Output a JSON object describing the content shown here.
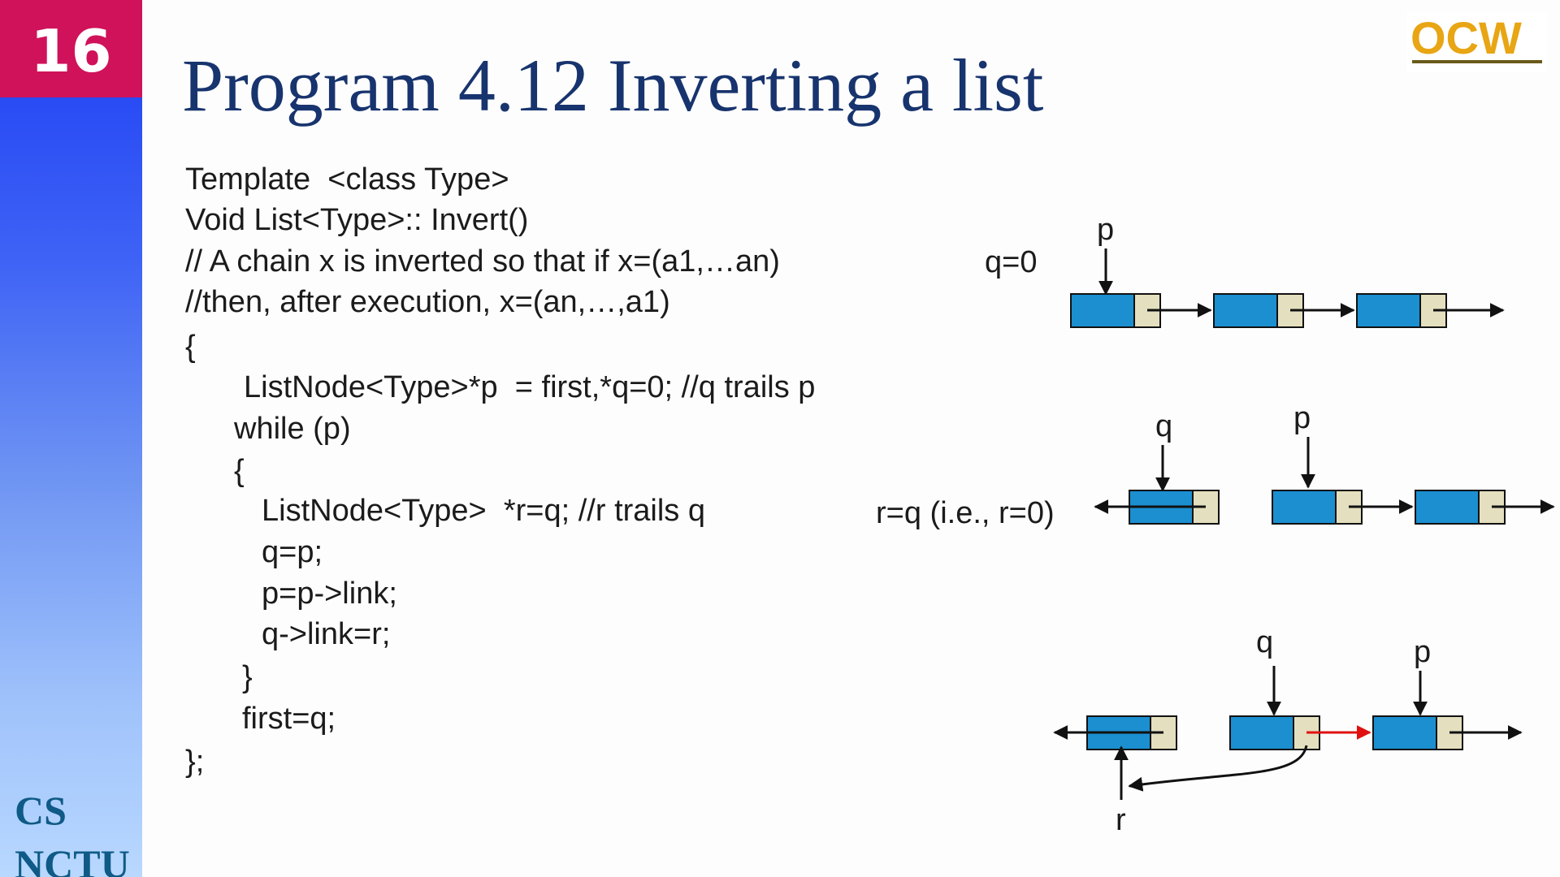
{
  "slide": {
    "number": "16",
    "title": "Program 4.12 Inverting a list",
    "sidebar_labels": [
      "CS",
      "NCTU"
    ]
  },
  "logo": {
    "text": "OCW"
  },
  "colors": {
    "sidebar_top": "#1c3df5",
    "sidebar_bottom": "#b8d8ff",
    "number_box": "#d0125a",
    "title": "#18346e",
    "node_data": "#1b8fd0",
    "node_link": "#e4dfbe",
    "highlight_arrow": "#e01010",
    "logo": "#e8a514"
  },
  "code_lines": [
    "Template  <class Type>",
    "Void List<Type>:: Invert()",
    "// A chain x is inverted so that if x=(a1,…an)",
    "//then, after execution, x=(an,…,a1)",
    "{",
    "ListNode<Type>*p  = first,*q=0; //q trails p",
    "while (p)",
    "{",
    "ListNode<Type>  *r=q; //r trails q",
    "q=p;",
    "p=p->link;",
    "q->link=r;",
    "}",
    "first=q;",
    "};"
  ],
  "diagram": {
    "step1": {
      "label": "q=0",
      "pointers": [
        "p"
      ]
    },
    "step2": {
      "label": "r=q (i.e., r=0)",
      "pointers": [
        "q",
        "p"
      ]
    },
    "step3": {
      "pointers": [
        "q",
        "p",
        "r"
      ]
    }
  }
}
